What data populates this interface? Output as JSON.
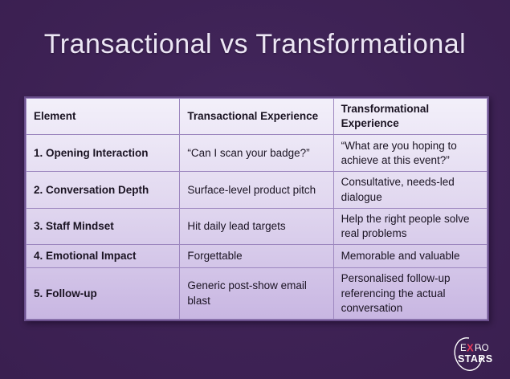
{
  "slide": {
    "title": "Transactional vs Transformational"
  },
  "table": {
    "headers": [
      "Element",
      "Transactional Experience",
      "Transformational Experience"
    ],
    "rows": [
      {
        "cells": [
          "1. Opening Interaction",
          "“Can I scan your badge?”",
          "“What are you hoping to achieve at this event?”"
        ]
      },
      {
        "cells": [
          "2. Conversation Depth",
          "Surface-level product pitch",
          "Consultative, needs-led dialogue"
        ]
      },
      {
        "cells": [
          "3. Staff Mindset",
          "Hit daily lead targets",
          "Help the right people solve real problems"
        ]
      },
      {
        "cells": [
          "4. Emotional Impact",
          "Forgettable",
          "Memorable and valuable"
        ]
      },
      {
        "cells": [
          "5. Follow-up",
          "Generic post-show email blast",
          "Personalised follow-up referencing the actual conversation"
        ]
      }
    ]
  },
  "logo": {
    "expo_e": "E",
    "expo_x": "X",
    "expo_po": "PO",
    "stars": "STARS"
  },
  "colors": {
    "background": "#3e2255",
    "title_text": "#ece6f4",
    "table_gradient_top": "#f3f0fa",
    "table_gradient_bottom": "#c8b6e2",
    "table_grid_line": "#9d87bf",
    "table_outer_border": "#6a4f8c",
    "cell_text": "#1a1322",
    "logo_x_accent": "#e73a5b",
    "logo_text": "#ffffff"
  }
}
